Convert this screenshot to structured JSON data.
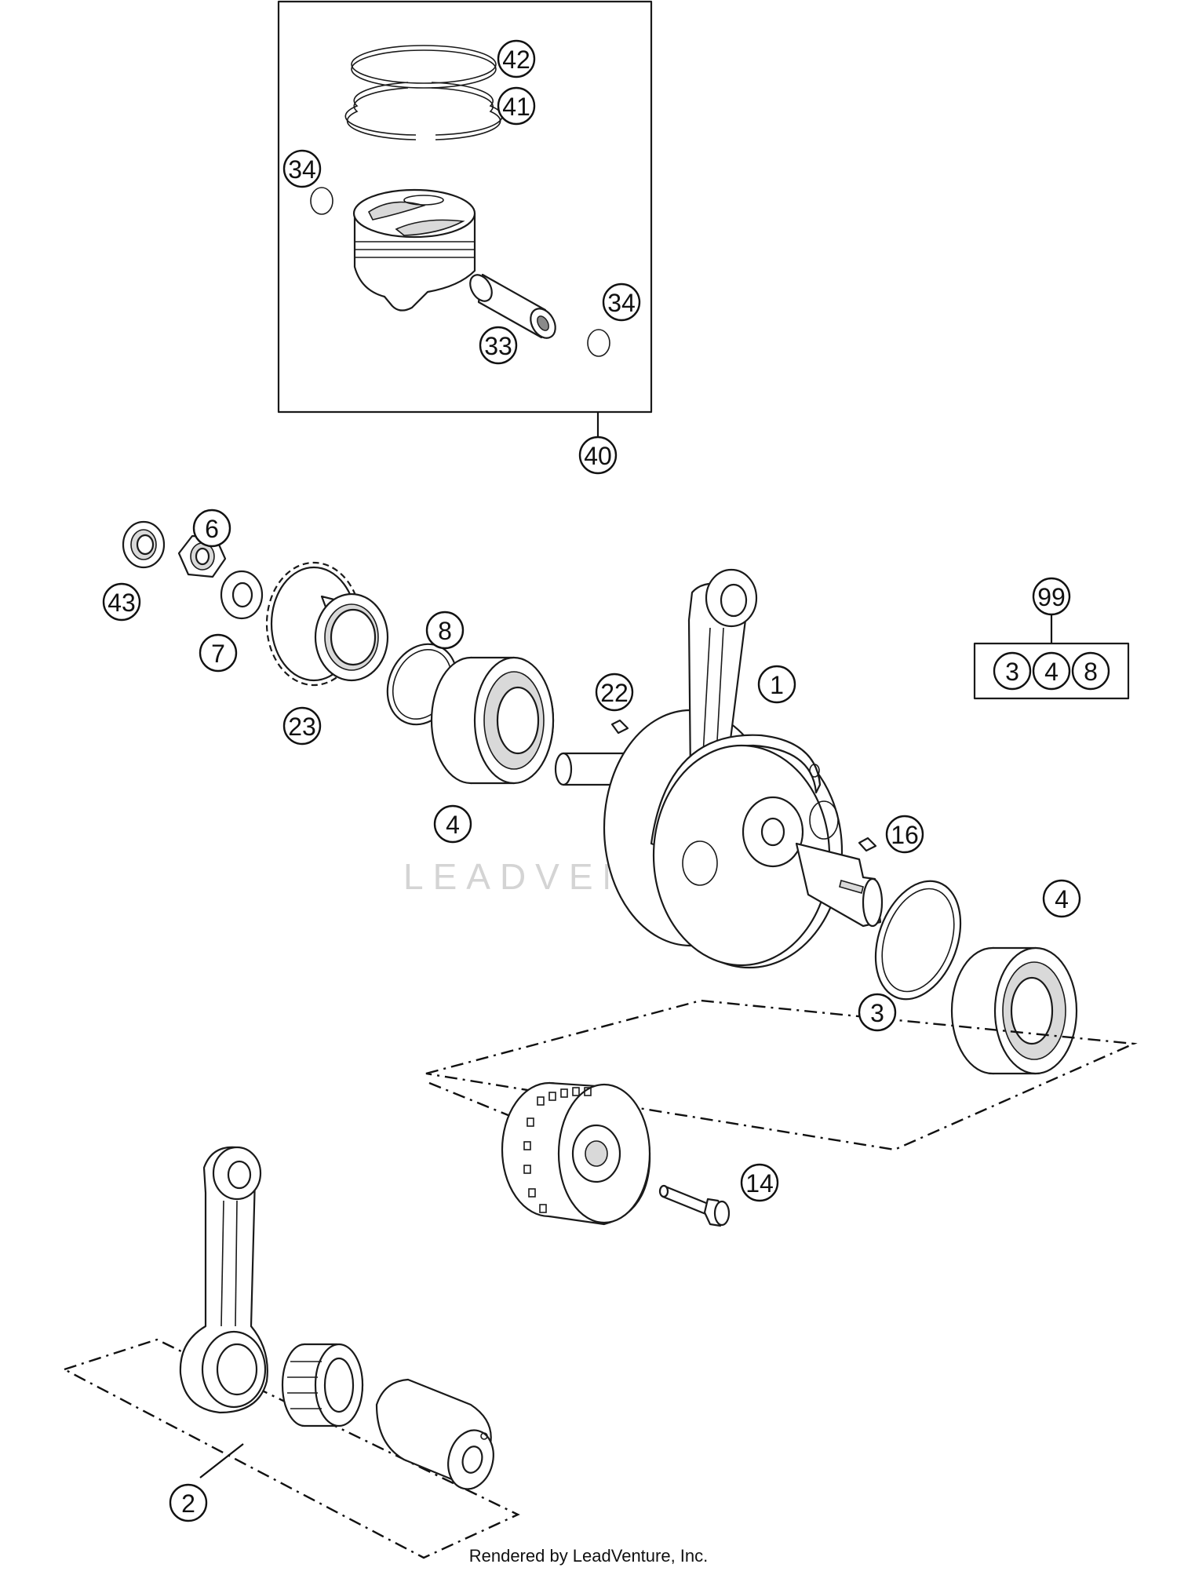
{
  "callouts": {
    "c42": "42",
    "c41": "41",
    "c34a": "34",
    "c34b": "34",
    "c33": "33",
    "c40": "40",
    "c6": "6",
    "c43": "43",
    "c7": "7",
    "c8": "8",
    "c23": "23",
    "c22": "22",
    "c1": "1",
    "c4a": "4",
    "c16": "16",
    "c4b": "4",
    "c3": "3",
    "c99": "99",
    "c14": "14",
    "c2": "2"
  },
  "kit_99": [
    "3",
    "4",
    "8"
  ],
  "watermark": "LEADVENTURE",
  "footer": "Rendered by LeadVenture, Inc."
}
